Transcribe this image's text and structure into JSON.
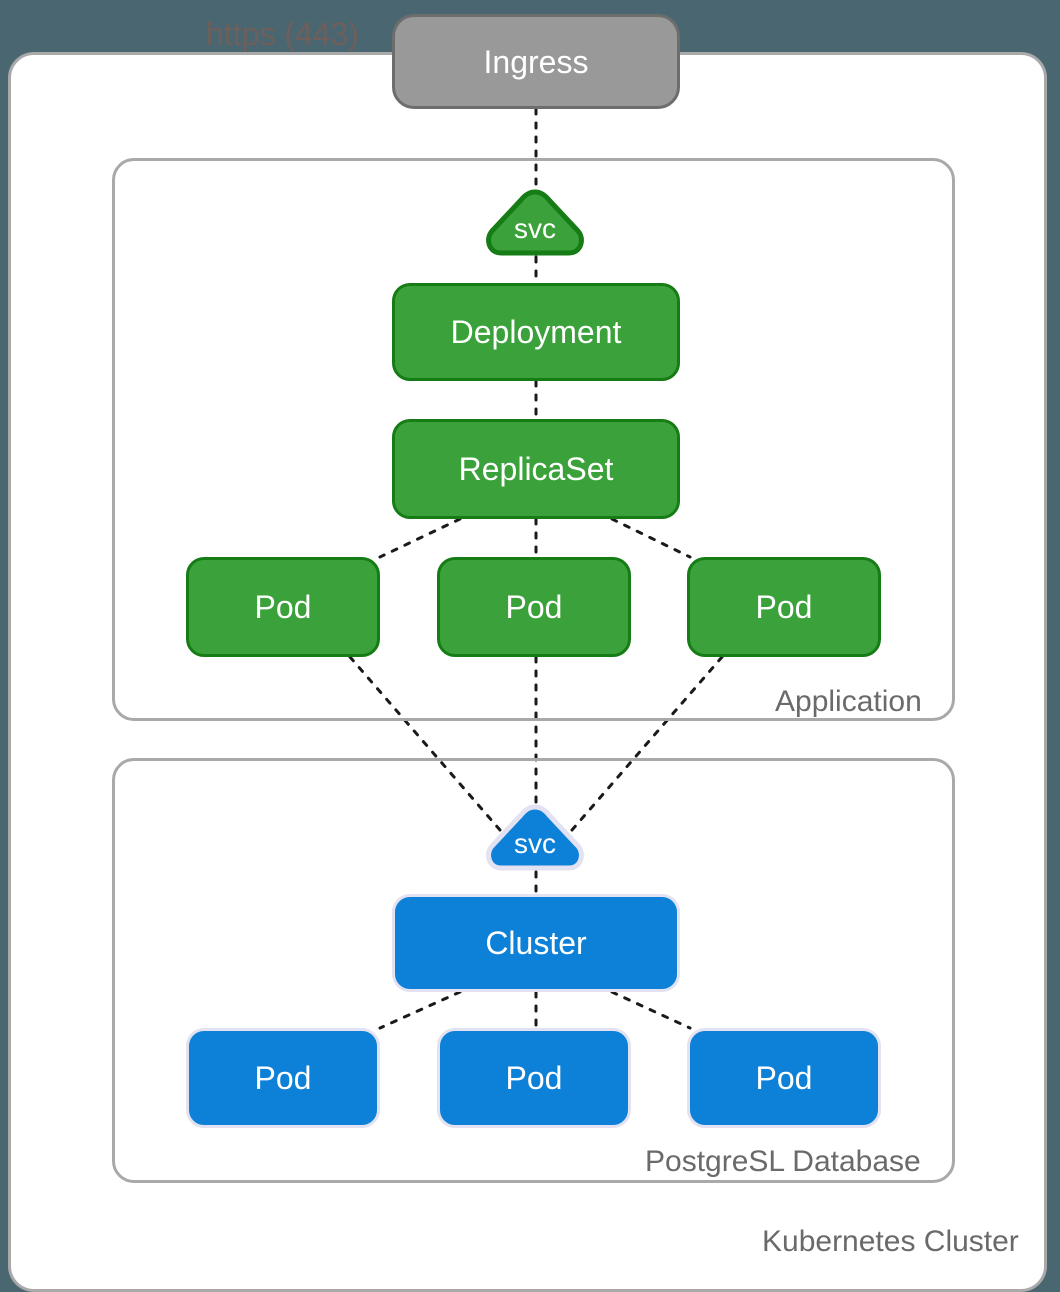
{
  "background_color": "#4a6670",
  "edge_label": {
    "text": "https (443)",
    "color": "#6e5f5c"
  },
  "palette": {
    "green_fill": "#3ba23b",
    "green_border": "#167c16",
    "blue_fill": "#0d80d8",
    "blue_border": "#e2e2f2",
    "gray_fill": "#999999",
    "gray_border": "#6d6d6d",
    "group_border": "#a9a9a9",
    "label_color": "#6a6a6a",
    "node_text": "#ffffff"
  },
  "cluster": {
    "label": "Kubernetes Cluster"
  },
  "ingress": {
    "label": "Ingress"
  },
  "groups": [
    {
      "id": "application",
      "label": "Application",
      "service": {
        "label": "svc"
      },
      "nodes": [
        {
          "id": "deployment",
          "label": "Deployment"
        },
        {
          "id": "replicaset",
          "label": "ReplicaSet"
        }
      ],
      "pods": [
        {
          "label": "Pod"
        },
        {
          "label": "Pod"
        },
        {
          "label": "Pod"
        }
      ]
    },
    {
      "id": "postgres",
      "label": "PostgreSL Database",
      "service": {
        "label": "svc"
      },
      "nodes": [
        {
          "id": "cluster",
          "label": "Cluster"
        }
      ],
      "pods": [
        {
          "label": "Pod"
        },
        {
          "label": "Pod"
        },
        {
          "label": "Pod"
        }
      ]
    }
  ]
}
